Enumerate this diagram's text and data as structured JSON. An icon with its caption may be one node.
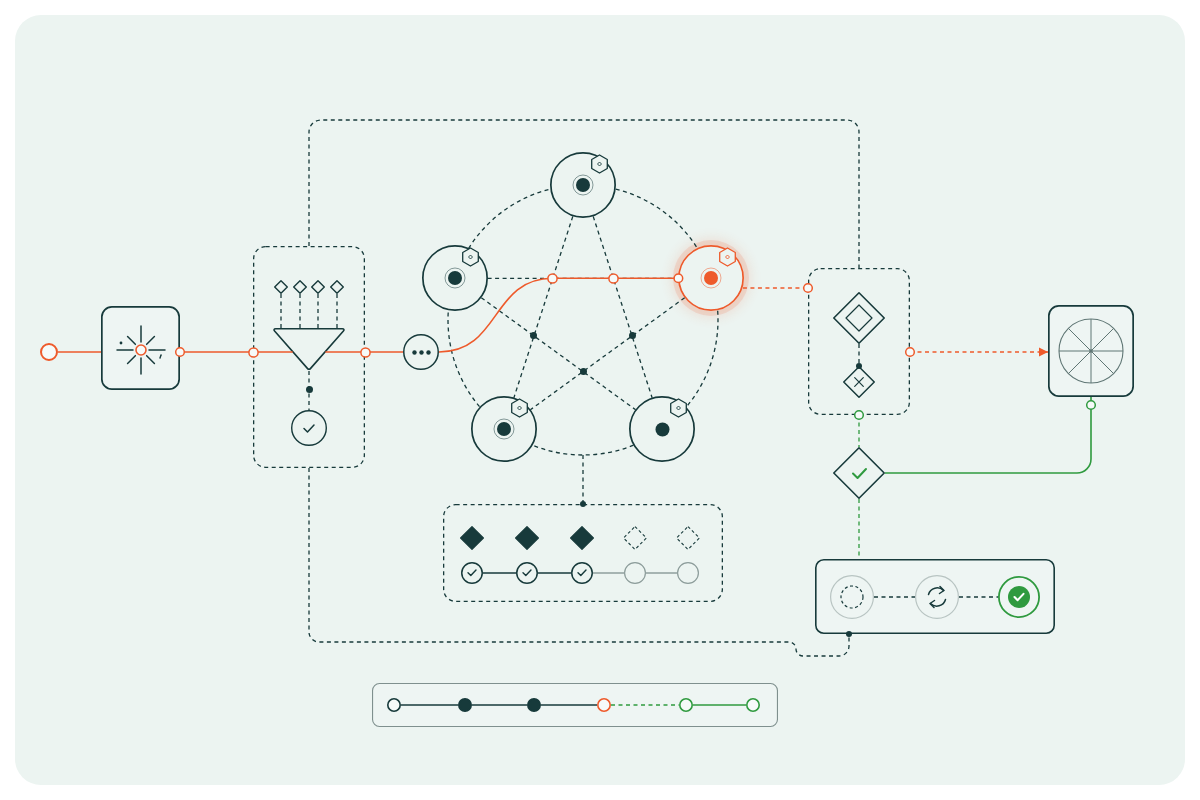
{
  "diagram": {
    "nodes": [
      {
        "text": [],
        "shape": "circle"
      },
      {
        "text": [],
        "shape": "box"
      },
      {
        "text": [],
        "shape": "box"
      },
      {
        "text": [],
        "shape": "diamond",
        "in": 2
      },
      {
        "text": [],
        "shape": "diamond",
        "in": 2
      },
      {
        "text": [],
        "shape": "diamond",
        "in": 2
      },
      {
        "text": [],
        "shape": "diamond",
        "in": 2
      },
      {
        "text": [],
        "shape": "triangle",
        "in": 2
      },
      {
        "text": [],
        "shape": "circle",
        "in": 2
      },
      {
        "text": [],
        "shape": "circle"
      },
      {
        "text": [],
        "shape": "circle"
      },
      {
        "text": [],
        "shape": "circle"
      },
      {
        "text": [],
        "shape": "circle"
      },
      {
        "text": [],
        "shape": "circle"
      },
      {
        "text": [],
        "shape": "circle"
      },
      {
        "text": [],
        "shape": "box"
      },
      {
        "text": [],
        "shape": "diamond",
        "in": 15
      },
      {
        "text": [],
        "shape": "diamond",
        "in": 15
      },
      {
        "text": [],
        "shape": "diamond",
        "in": 15
      },
      {
        "text": [],
        "shape": "diamond",
        "in": 15
      },
      {
        "text": [],
        "shape": "diamond",
        "in": 15
      },
      {
        "text": [],
        "shape": "circle",
        "in": 15
      },
      {
        "text": [],
        "shape": "circle",
        "in": 15
      },
      {
        "text": [],
        "shape": "circle",
        "in": 15
      },
      {
        "text": [],
        "shape": "circle",
        "in": 15
      },
      {
        "text": [],
        "shape": "circle",
        "in": 15
      },
      {
        "text": [],
        "shape": "box"
      },
      {
        "text": [],
        "shape": "diamond",
        "in": 26
      },
      {
        "text": [],
        "shape": "diamond",
        "in": 26
      },
      {
        "text": [],
        "shape": "box"
      },
      {
        "text": [],
        "shape": "diamond"
      },
      {
        "text": [],
        "shape": "box"
      },
      {
        "text": [],
        "shape": "circle",
        "in": 31
      },
      {
        "text": [],
        "shape": "circle",
        "in": 31
      },
      {
        "text": [],
        "shape": "circle",
        "in": 31
      },
      {
        "text": [],
        "shape": "box"
      },
      {
        "text": [],
        "shape": "circle",
        "in": 35
      },
      {
        "text": [],
        "shape": "circle",
        "in": 35
      },
      {
        "text": [],
        "shape": "circle",
        "in": 35
      },
      {
        "text": [],
        "shape": "circle",
        "in": 35
      },
      {
        "text": [],
        "shape": "circle",
        "in": 35
      },
      {
        "text": [],
        "shape": "circle",
        "in": 35
      }
    ],
    "edges": [
      {
        "from": 0,
        "to": 1,
        "arrow": "none",
        "color": "#ee5a2b"
      },
      {
        "from": 1,
        "to": 7,
        "arrow": "other",
        "color": "#ee5a2b"
      },
      {
        "from": 7,
        "to": 9,
        "arrow": "none",
        "color": "#ee5a2b"
      },
      {
        "from": 3,
        "to": 7,
        "arrow": "none",
        "style": "dashed"
      },
      {
        "from": 4,
        "to": 7,
        "arrow": "none",
        "style": "dashed"
      },
      {
        "from": 5,
        "to": 7,
        "arrow": "none",
        "style": "dashed"
      },
      {
        "from": 6,
        "to": 7,
        "arrow": "none",
        "style": "dashed"
      },
      {
        "from": 7,
        "to": 8,
        "arrow": "none",
        "style": "dashed"
      },
      {
        "from": 9,
        "to": 12,
        "arrow": "other",
        "color": "#ee5a2b"
      },
      {
        "from": 10,
        "to": 13,
        "arrow": "none",
        "style": "dashed"
      },
      {
        "from": 10,
        "to": 14,
        "arrow": "none",
        "style": "dashed"
      },
      {
        "from": 11,
        "to": 12,
        "arrow": "none",
        "style": "dashed"
      },
      {
        "from": 11,
        "to": 14,
        "arrow": "none",
        "style": "dashed"
      },
      {
        "from": 12,
        "to": 13,
        "arrow": "none",
        "style": "dashed"
      },
      {
        "from": 11,
        "to": 10,
        "arrow": "none",
        "style": "dashed"
      },
      {
        "from": 10,
        "to": 12,
        "arrow": "none",
        "style": "dashed"
      },
      {
        "from": 12,
        "to": 14,
        "arrow": "none",
        "style": "dashed"
      },
      {
        "from": 14,
        "to": 13,
        "arrow": "none",
        "style": "dashed"
      },
      {
        "from": 13,
        "to": 11,
        "arrow": "none",
        "style": "dashed"
      },
      {
        "from": null,
        "to": 15,
        "arrow": "other",
        "style": "dashed"
      },
      {
        "from": 21,
        "to": 22,
        "arrow": "none"
      },
      {
        "from": 22,
        "to": 23,
        "arrow": "none"
      },
      {
        "from": 23,
        "to": 24,
        "arrow": "none",
        "color": "#95a4a2"
      },
      {
        "from": 24,
        "to": 25,
        "arrow": "none",
        "color": "#95a4a2"
      },
      {
        "from": 12,
        "to": 26,
        "arrow": "other",
        "style": "dashed",
        "color": "#ee5a2b"
      },
      {
        "from": 27,
        "to": 28,
        "arrow": "other",
        "style": "dashed"
      },
      {
        "from": 26,
        "to": 29,
        "arrow": "to",
        "style": "dashed",
        "color": "#ee5a2b"
      },
      {
        "from": 26,
        "to": 30,
        "arrow": "other",
        "style": "dashed",
        "color": "#2f9a3f"
      },
      {
        "from": 30,
        "to": 29,
        "arrow": "other",
        "color": "#2f9a3f"
      },
      {
        "from": 30,
        "to": 31,
        "arrow": "none",
        "style": "dashed",
        "color": "#2f9a3f"
      },
      {
        "from": 32,
        "to": 33,
        "arrow": "none",
        "style": "dashed"
      },
      {
        "from": 33,
        "to": 34,
        "arrow": "none",
        "style": "dashed"
      },
      {
        "from": 2,
        "to": 26,
        "arrow": "none",
        "style": "dashed"
      },
      {
        "from": 2,
        "to": 31,
        "arrow": "other",
        "style": "dashed"
      },
      {
        "from": 36,
        "to": 37,
        "arrow": "none"
      },
      {
        "from": 37,
        "to": 38,
        "arrow": "none"
      },
      {
        "from": 38,
        "to": 39,
        "arrow": "none"
      },
      {
        "from": 39,
        "to": 40,
        "arrow": "none",
        "style": "dashed",
        "color": "#2f9a3f"
      },
      {
        "from": 40,
        "to": 41,
        "arrow": "none",
        "color": "#2f9a3f"
      }
    ]
  }
}
